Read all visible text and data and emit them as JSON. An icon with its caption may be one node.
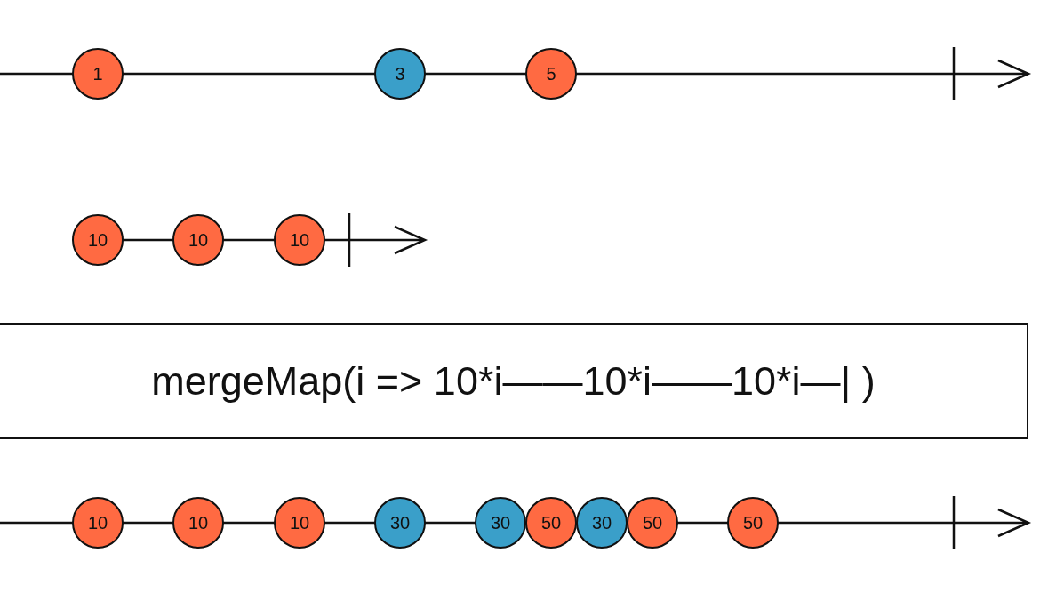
{
  "diagram": {
    "nodes": [
      {
        "text": [
          "1"
        ]
      },
      {
        "text": [
          "3"
        ]
      },
      {
        "text": [
          "5"
        ]
      },
      {
        "text": [
          "10"
        ]
      },
      {
        "text": [
          "10"
        ]
      },
      {
        "text": [
          "10"
        ]
      },
      {
        "text": [
          "mergeMap(i => 10*i——10*i——10*i—| )"
        ]
      },
      {
        "text": [
          "10"
        ]
      },
      {
        "text": [
          "10"
        ]
      },
      {
        "text": [
          "10"
        ]
      },
      {
        "text": [
          "30"
        ]
      },
      {
        "text": [
          "30"
        ]
      },
      {
        "text": [
          "50"
        ]
      },
      {
        "text": [
          "30"
        ]
      },
      {
        "text": [
          "50"
        ]
      },
      {
        "text": [
          "50"
        ]
      }
    ],
    "edges": []
  }
}
